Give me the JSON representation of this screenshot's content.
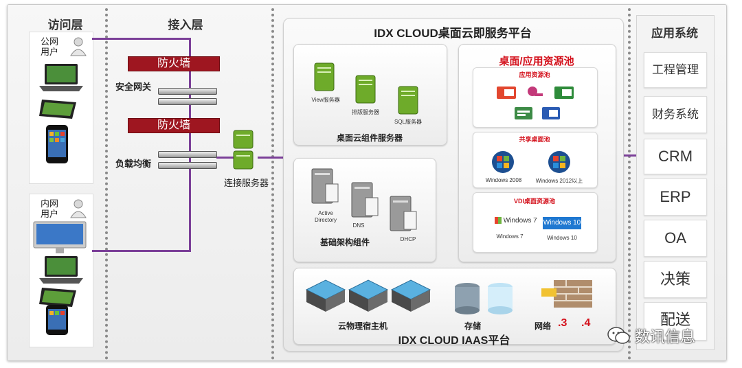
{
  "layers": {
    "access": "访问层",
    "ingress": "接入层",
    "apps": "应用系统"
  },
  "platform": {
    "title": "IDX  CLOUD桌面云即服务平台",
    "iaas_title": "IDX  CLOUD IAAS平台"
  },
  "access": {
    "public_user_line1": "公网",
    "public_user_line2": "用户",
    "internal_user_line1": "内网",
    "internal_user_line2": "用户"
  },
  "ingress": {
    "firewall1": "防火墙",
    "gateway": "安全网关",
    "firewall2": "防火墙",
    "lb": "负载均衡",
    "conn_server": "连接服务器"
  },
  "components": {
    "view_server": "View服务器",
    "layout_server": "排版服务器",
    "sql_server": "SQL服务器",
    "group_label": "桌面云组件服务器"
  },
  "infra": {
    "ad_line1": "Active",
    "ad_line2": "Directory",
    "dns": "DNS",
    "dhcp": "DHCP",
    "group_label": "基础架构组件"
  },
  "pool": {
    "title": "桌面/应用资源池",
    "app_pool": "应用资源池",
    "shared_pool": "共享桌面池",
    "win2008": "Windows 2008",
    "win2012": "Windows 2012以上",
    "vdi_pool": "VDI桌面资源池",
    "win7_logo": "Windows 7",
    "win7": "Windows 7",
    "win10_logo": "Windows 10",
    "win10": "Windows 10"
  },
  "iaas": {
    "hosts": "云物理宿主机",
    "storage": "存储",
    "network": "网络",
    "n3": ".3",
    "n4": ".4"
  },
  "apps": [
    "工程管理",
    "财务系统",
    "CRM",
    "ERP",
    "OA",
    "决策",
    "配送"
  ],
  "watermark": "数讯信息",
  "colors": {
    "firewall": "#9e1620",
    "link": "#7b3f98",
    "accent_red": "#d4121d"
  }
}
